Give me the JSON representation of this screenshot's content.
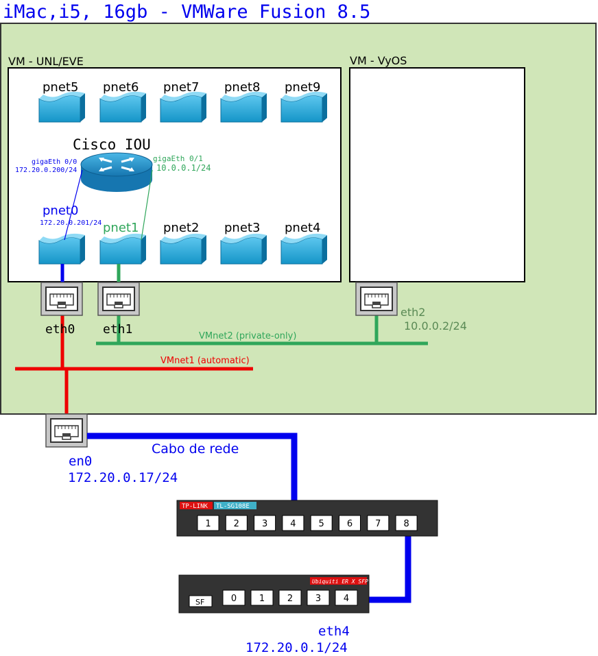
{
  "title": "iMac,i5, 16gb - VMWare Fusion 8.5",
  "vm_unl": {
    "label": "VM - UNL/EVE",
    "clouds_top": [
      "pnet5",
      "pnet6",
      "pnet7",
      "pnet8",
      "pnet9"
    ],
    "clouds_bottom": [
      "pnet0",
      "pnet1",
      "pnet2",
      "pnet3",
      "pnet4"
    ],
    "router": {
      "label": "Cisco IOU",
      "if_left": "gigaEth 0/0",
      "ip_left": "172.20.0.200/24",
      "if_right": "gigaEth 0/1",
      "ip_right": "10.0.0.1/24"
    },
    "pnet0_ip": "172.20.0.201/24",
    "eth0": "eth0",
    "eth1": "eth1"
  },
  "vm_vyos": {
    "label": "VM - VyOS",
    "eth2": "eth2",
    "eth2_ip": "10.0.0.2/24"
  },
  "networks": {
    "vmnet2": "VMnet2 (private-only)",
    "vmnet1": "VMnet1 (automatic)"
  },
  "host": {
    "cable_label": "Cabo de rede",
    "if": "en0",
    "ip": "172.20.0.17/24"
  },
  "switch": {
    "brand": "TP-LINK",
    "model": "TL-SG108E",
    "ports": [
      "1",
      "2",
      "3",
      "4",
      "5",
      "6",
      "7",
      "8"
    ]
  },
  "router_er": {
    "brand": "Ubiquiti  ER X SFP",
    "sfp": "SF",
    "ports": [
      "0",
      "1",
      "2",
      "3",
      "4"
    ],
    "if": "eth4",
    "ip": "172.20.0.1/24"
  },
  "colors": {
    "host_bg": "#d0e6b8",
    "blue": "#0000ee",
    "green": "#2fa65a",
    "red": "#ee0000",
    "cloud": "#1e9fd0",
    "device": "#333333"
  }
}
